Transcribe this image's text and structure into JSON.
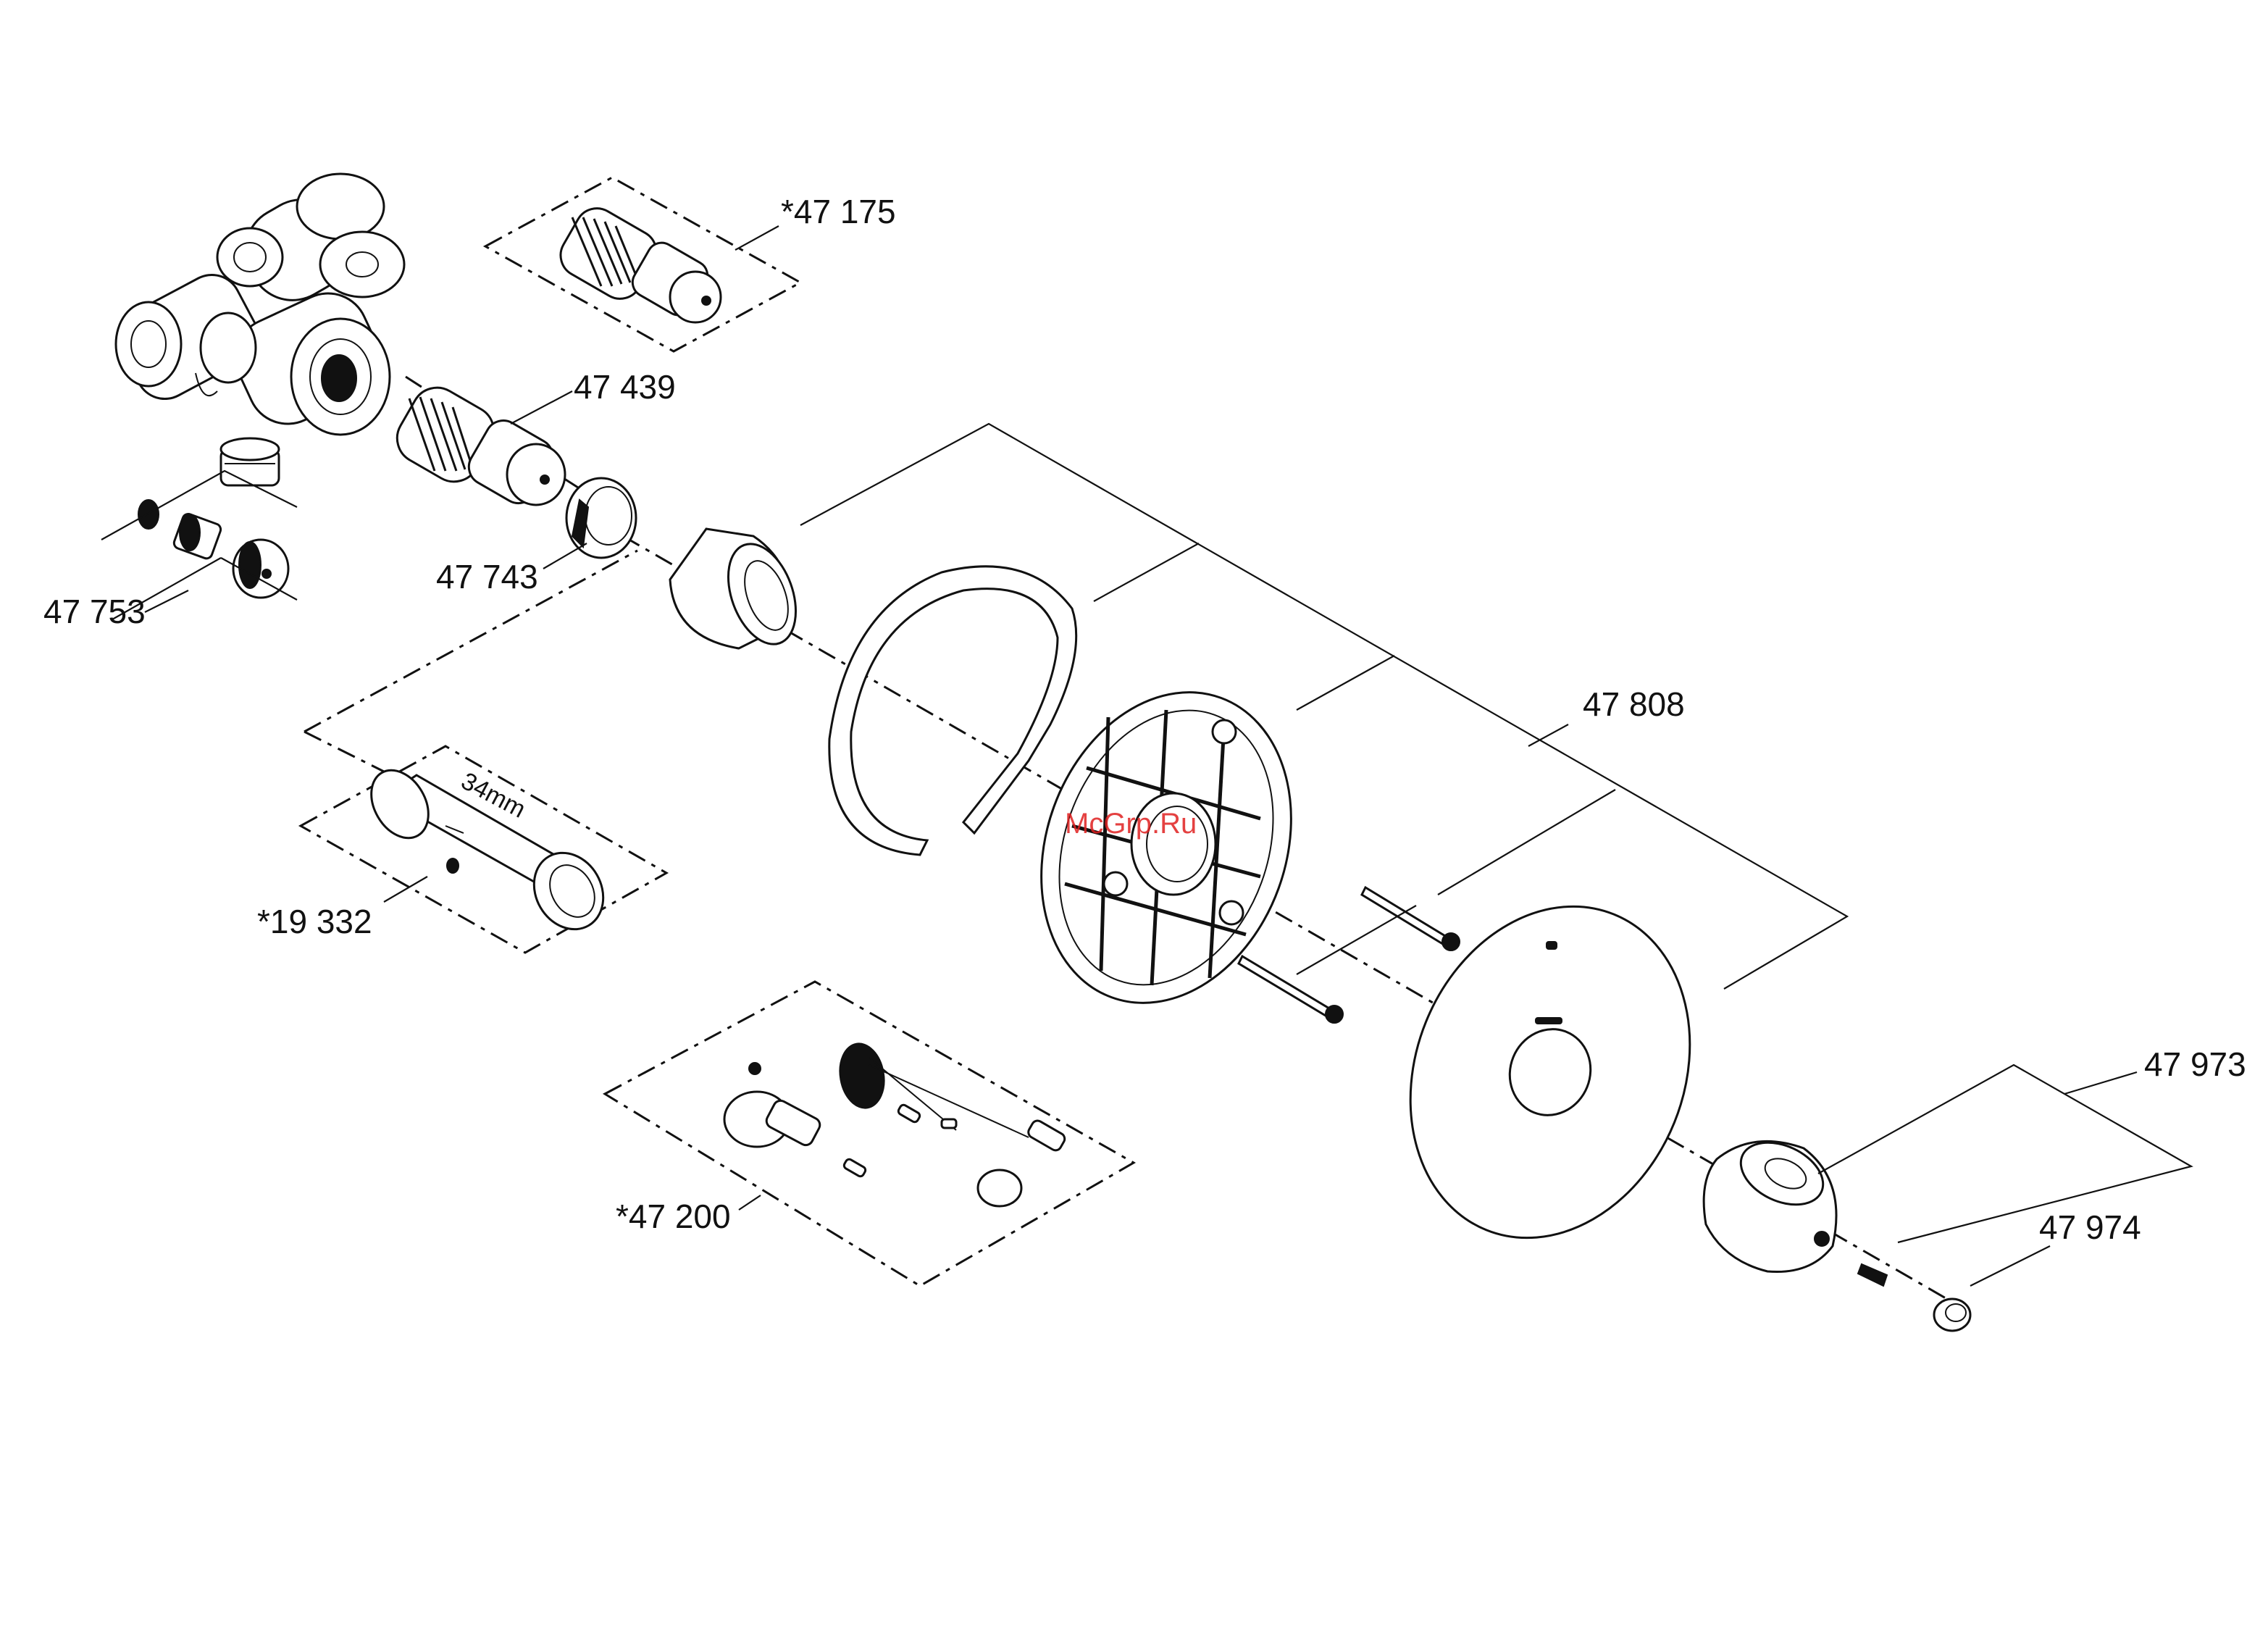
{
  "labels": {
    "l47175": "*47 175",
    "l47439": "47 439",
    "l47743": "47 743",
    "l47753": "47 753",
    "l47808": "47 808",
    "l19332": "*19 332",
    "l47200": "*47 200",
    "l47973": "47 973",
    "l47974": "47 974",
    "l34mm": "34mm"
  },
  "watermark": "McGrp.Ru",
  "colors": {
    "line": "#111111",
    "watermark": "#e02020",
    "background": "#ffffff"
  }
}
